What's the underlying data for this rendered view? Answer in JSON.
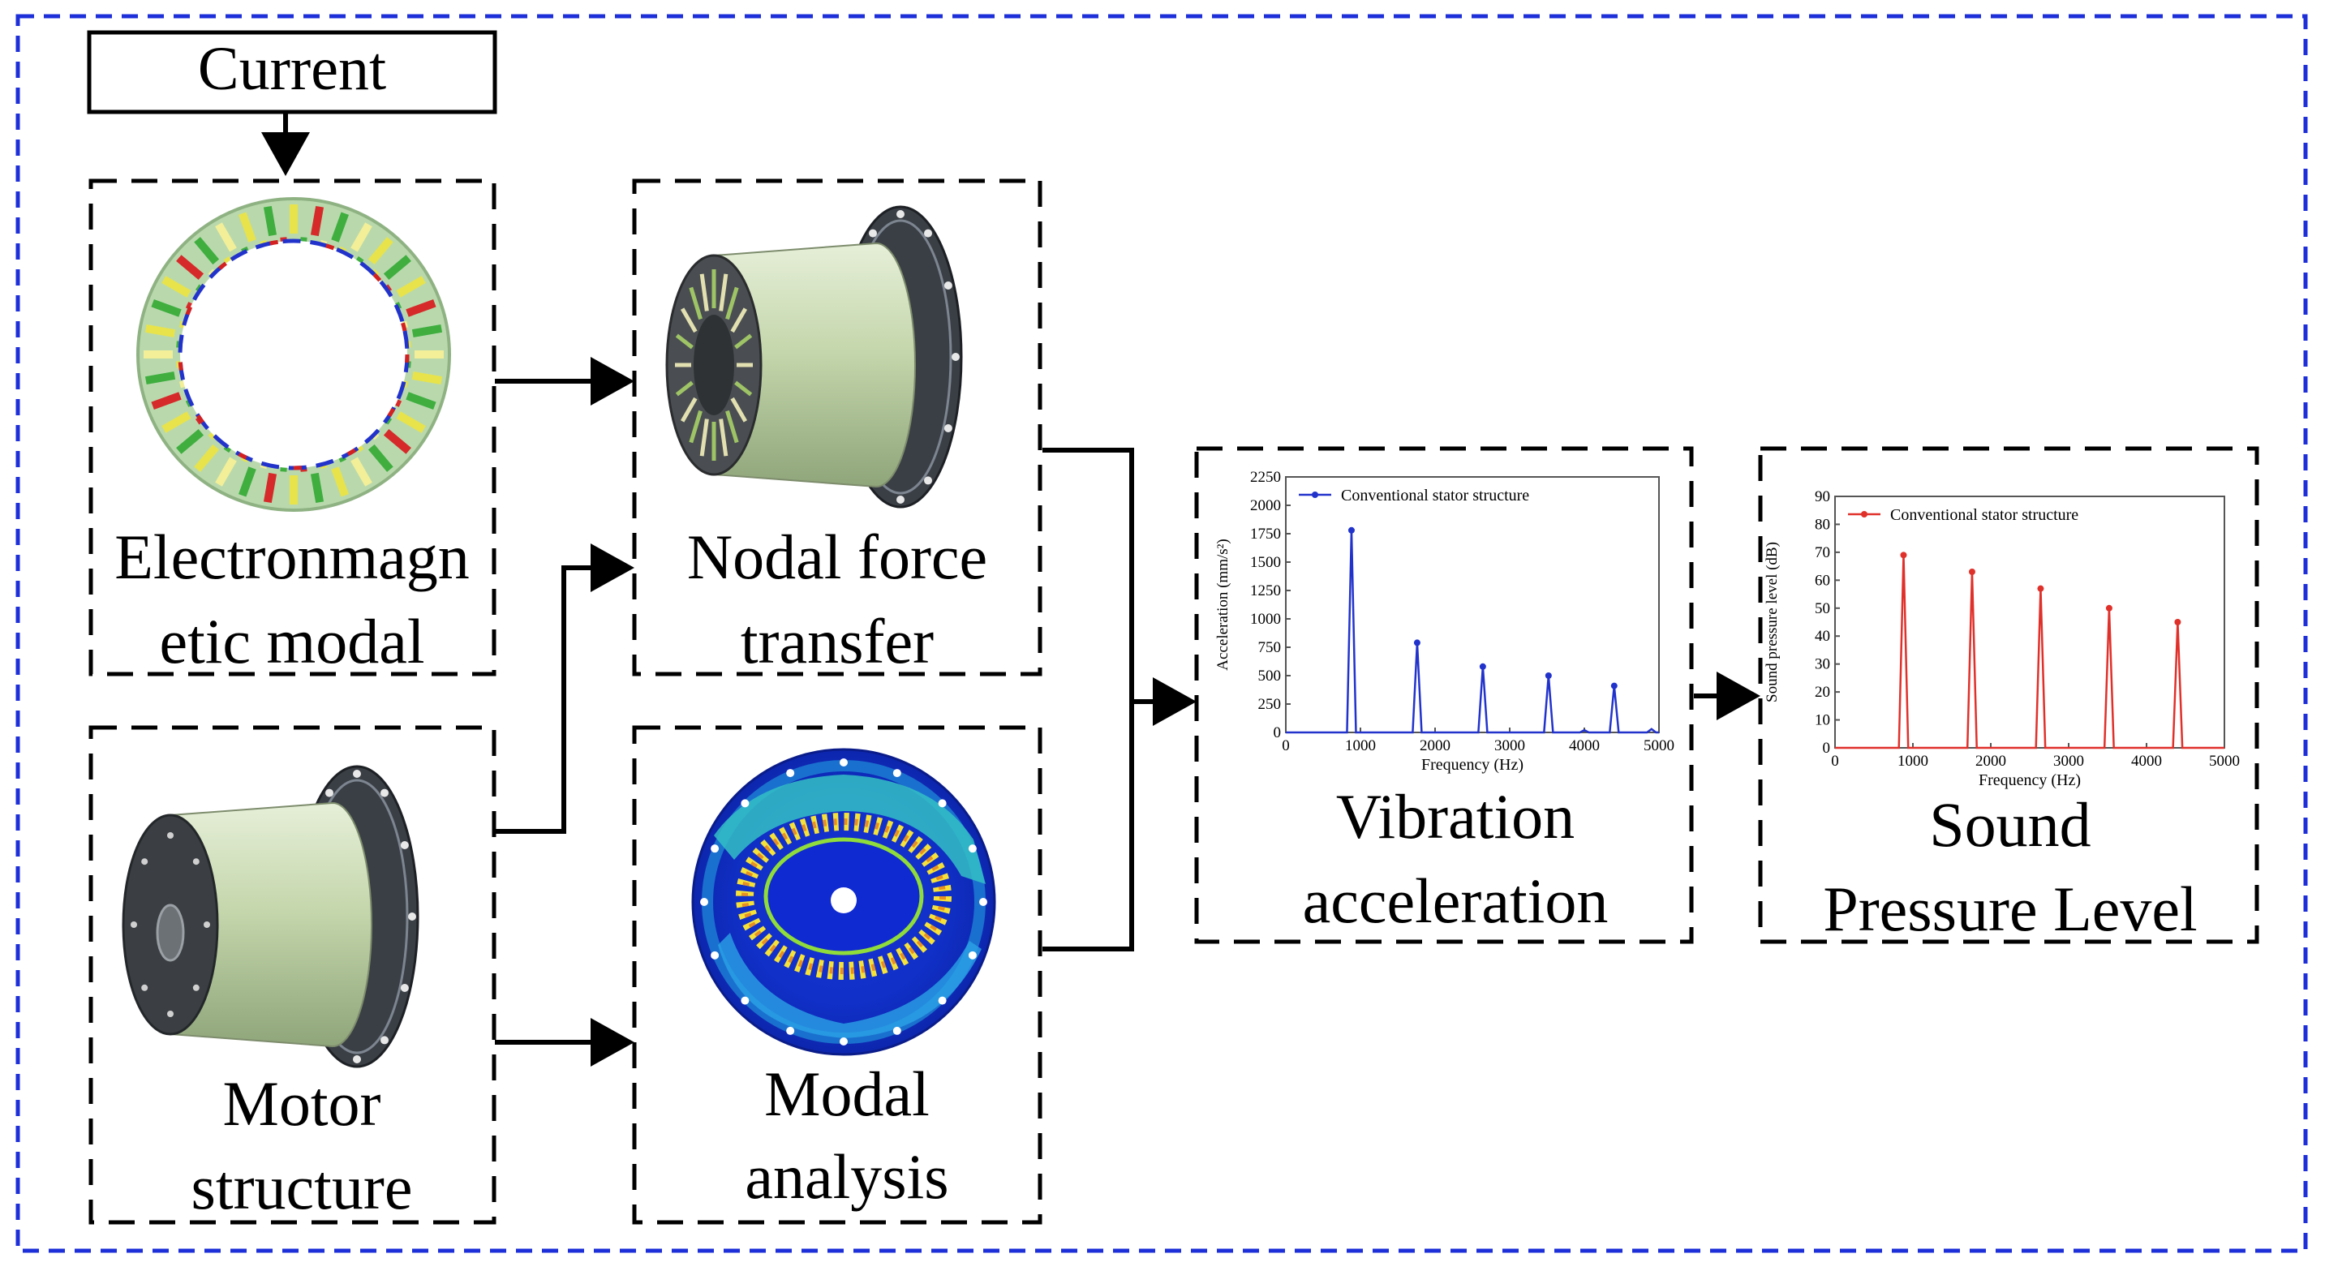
{
  "current_label": "Current",
  "blocks": {
    "em": {
      "line1": "Electronmagn",
      "line2": "etic modal"
    },
    "nodal": {
      "line1": "Nodal force",
      "line2": "transfer"
    },
    "motor": {
      "line1": "Motor",
      "line2": "structure"
    },
    "modal": {
      "line1": "Modal",
      "line2": "analysis"
    },
    "vibration": {
      "line1": "Vibration",
      "line2": "acceleration"
    },
    "spl": {
      "line1": "Sound",
      "line2": "Pressure Level"
    }
  },
  "colors": {
    "outer_border": "#1c2fd9",
    "vibration_series": "#2233cc",
    "spl_series": "#e0302a",
    "stator_green": "#b9d9ad",
    "housing_green": "#c9d9b0",
    "flange": "#3a3f45"
  },
  "chart_data": [
    {
      "type": "line",
      "title": "",
      "xlabel": "Frequency (Hz)",
      "ylabel": "Acceleration (mm/s²)",
      "xlim": [
        0,
        5000
      ],
      "ylim": [
        0,
        2250
      ],
      "xticks": [
        0,
        1000,
        2000,
        3000,
        4000,
        5000
      ],
      "yticks": [
        0,
        250,
        500,
        750,
        1000,
        1250,
        1500,
        1750,
        2000,
        2250
      ],
      "legend": "top-left",
      "series": [
        {
          "name": "Conventional stator structure",
          "peaks": [
            {
              "x": 880,
              "y": 1780
            },
            {
              "x": 1760,
              "y": 790
            },
            {
              "x": 2640,
              "y": 580
            },
            {
              "x": 3520,
              "y": 500
            },
            {
              "x": 4400,
              "y": 410
            }
          ],
          "minor_peaks": [
            {
              "x": 4000,
              "y": 20
            },
            {
              "x": 4900,
              "y": 30
            }
          ]
        }
      ]
    },
    {
      "type": "line",
      "title": "",
      "xlabel": "Frequency (Hz)",
      "ylabel": "Sound pressure level (dB)",
      "xlim": [
        0,
        5000
      ],
      "ylim": [
        0,
        90
      ],
      "xticks": [
        0,
        1000,
        2000,
        3000,
        4000,
        5000
      ],
      "yticks": [
        0,
        10,
        20,
        30,
        40,
        50,
        60,
        70,
        80,
        90
      ],
      "legend": "top-left",
      "series": [
        {
          "name": "Conventional stator structure",
          "peaks": [
            {
              "x": 880,
              "y": 69
            },
            {
              "x": 1760,
              "y": 63
            },
            {
              "x": 2640,
              "y": 57
            },
            {
              "x": 3520,
              "y": 50
            },
            {
              "x": 4400,
              "y": 45
            }
          ],
          "minor_peaks": []
        }
      ]
    }
  ]
}
